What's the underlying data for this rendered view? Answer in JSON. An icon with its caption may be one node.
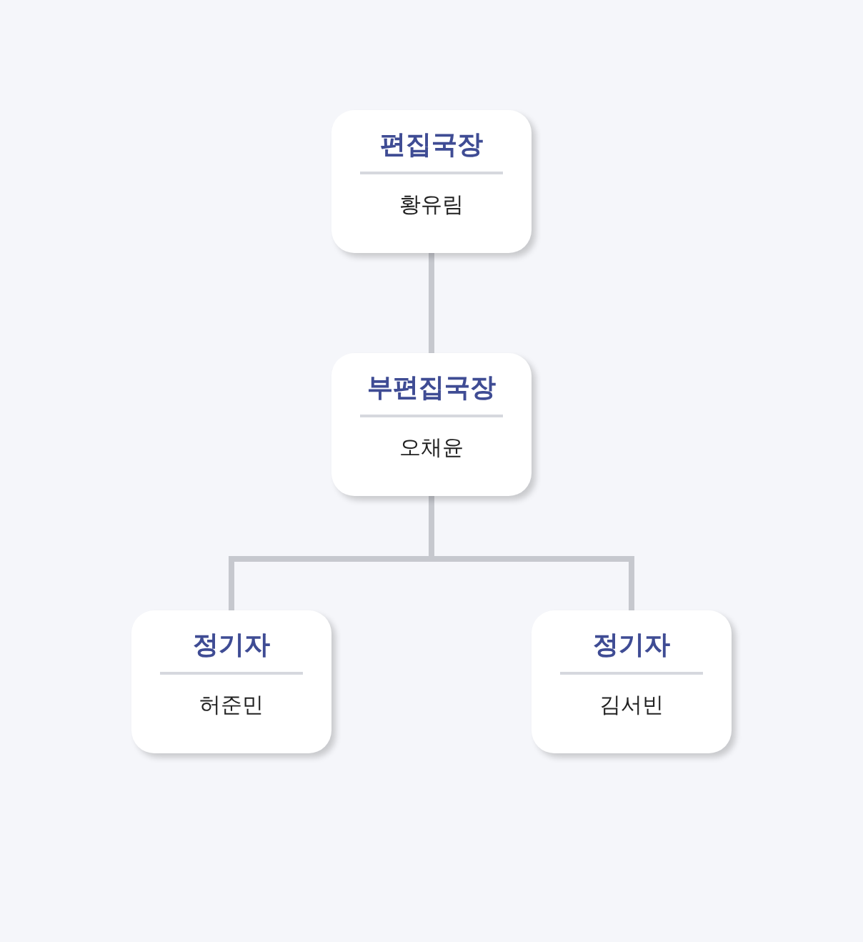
{
  "diagram": {
    "nodes": [
      {
        "text": [
          "편집국장",
          "황유림"
        ]
      },
      {
        "text": [
          "부편집국장",
          "오채윤"
        ]
      },
      {
        "text": [
          "정기자",
          "허준민"
        ]
      },
      {
        "text": [
          "정기자",
          "김서빈"
        ]
      }
    ],
    "edges": [
      {
        "from": 0,
        "to": 1,
        "arrow": "none"
      },
      {
        "from": 1,
        "to": 2,
        "arrow": "none"
      },
      {
        "from": 1,
        "to": 3,
        "arrow": "none"
      }
    ]
  }
}
